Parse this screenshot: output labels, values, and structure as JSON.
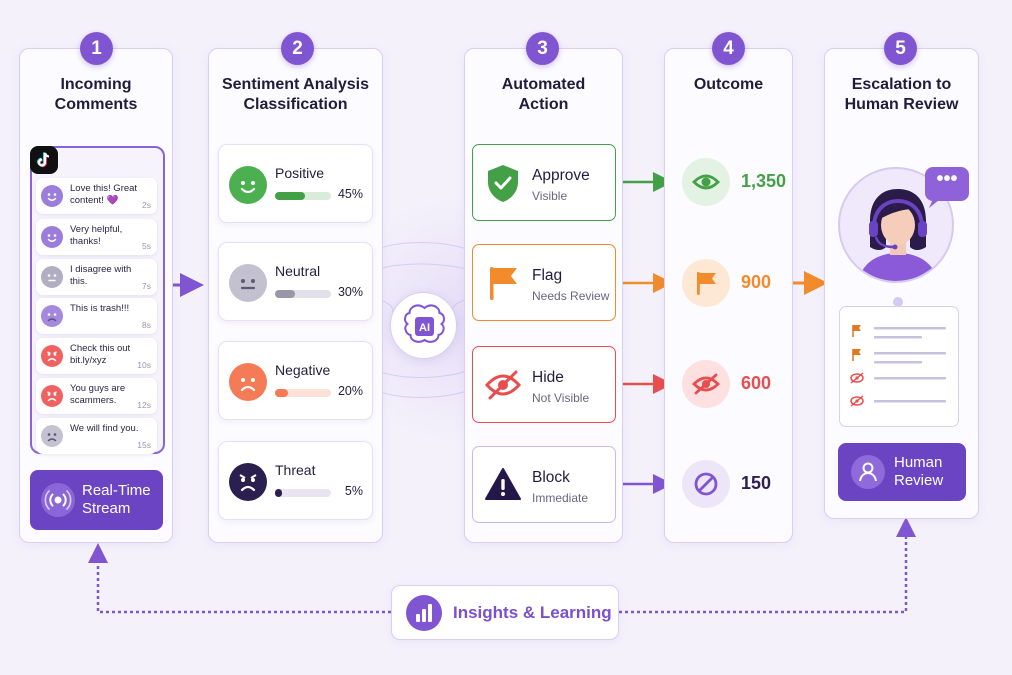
{
  "colors": {
    "purple": "#8055d2",
    "green": "#43a047",
    "orange": "#f28b2b",
    "red": "#e94e4e",
    "dark_purple": "#6b44c4"
  },
  "steps": [
    {
      "number": "1",
      "title_line1": "Incoming",
      "title_line2": "Comments"
    },
    {
      "number": "2",
      "title_line1": "Sentiment Analysis",
      "title_line2": "Classification"
    },
    {
      "number": "3",
      "title_line1": "Automated",
      "title_line2": "Action"
    },
    {
      "number": "4",
      "title_line1": "Outcome",
      "title_line2": ""
    },
    {
      "number": "5",
      "title_line1": "Escalation to",
      "title_line2": "Human Review"
    }
  ],
  "comments": [
    {
      "text": "Love this! Great content! 💜",
      "time": "2s",
      "icon": "smile-face-icon"
    },
    {
      "text": "Very helpful, thanks!",
      "time": "5s",
      "icon": "smile-face-icon"
    },
    {
      "text": "I disagree with this.",
      "time": "7s",
      "icon": "neutral-face-icon"
    },
    {
      "text": "This is trash!!!",
      "time": "8s",
      "icon": "frown-face-icon"
    },
    {
      "text": "Check this out bit.ly/xyz",
      "time": "10s",
      "icon": "angry-face-icon"
    },
    {
      "text": "You guys are scammers.",
      "time": "12s",
      "icon": "angry-face-icon"
    },
    {
      "text": "We will find you.",
      "time": "15s",
      "icon": "worried-face-icon"
    }
  ],
  "stream": {
    "line1": "Real-Time",
    "line2": "Stream"
  },
  "sentiments": [
    {
      "name": "Positive",
      "percent": "45%",
      "level": 0.45,
      "color": "#43a047"
    },
    {
      "name": "Neutral",
      "percent": "30%",
      "level": 0.3,
      "color": "#9a97a8"
    },
    {
      "name": "Negative",
      "percent": "20%",
      "level": 0.2,
      "color": "#f47b55"
    },
    {
      "name": "Threat",
      "percent": "5%",
      "level": 0.05,
      "color": "#2b1f4f"
    }
  ],
  "ai_label": "AI",
  "actions": [
    {
      "name": "Approve",
      "sub": "Visible",
      "color": "#43a047",
      "icon": "shield-check-icon"
    },
    {
      "name": "Flag",
      "sub": "Needs Review",
      "color": "#f28b2b",
      "icon": "flag-icon"
    },
    {
      "name": "Hide",
      "sub": "Not Visible",
      "color": "#e94e4e",
      "icon": "eye-off-icon"
    },
    {
      "name": "Block",
      "sub": "Immediate",
      "color": "#8055d2",
      "icon": "warning-icon"
    }
  ],
  "outcomes": [
    {
      "value": "1,350",
      "color": "#43a047",
      "icon": "eye-icon"
    },
    {
      "value": "900",
      "color": "#f28b2b",
      "icon": "flag-icon"
    },
    {
      "value": "600",
      "color": "#e94e4e",
      "icon": "eye-off-icon"
    },
    {
      "value": "150",
      "color": "#2b1f4f",
      "icon": "block-icon"
    }
  ],
  "chat_bubble": "•••",
  "human_review": {
    "line1": "Human",
    "line2": "Review"
  },
  "insights": "Insights & Learning"
}
